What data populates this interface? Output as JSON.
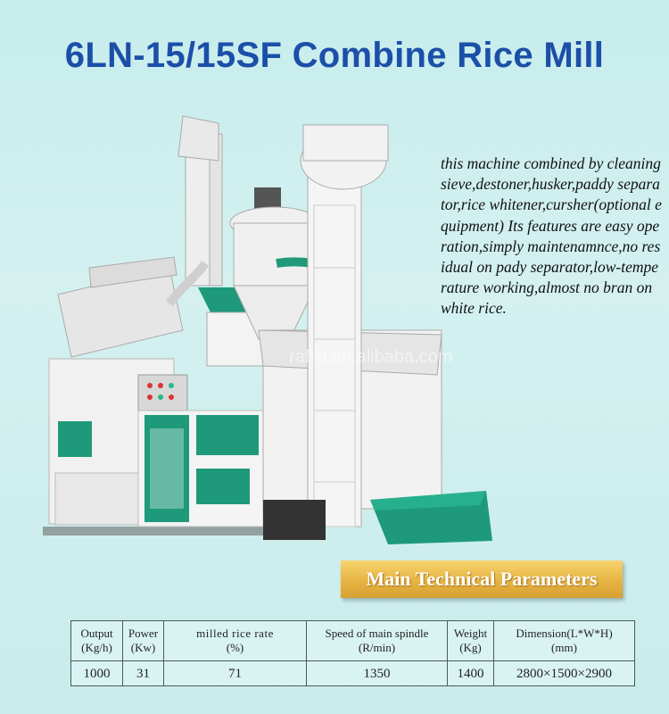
{
  "title": "6LN-15/15SF Combine Rice Mill",
  "description": "this machine combined by cleaning sieve,destoner,husker,paddy separator,rice whitener,cursher(optional equipment) Its features are easy operation,simply maintenamnce,no residual on pady separator,low-temperature working,almost no bran on white rice.",
  "watermark": "rafiki.en.alibaba.com",
  "params_heading": "Main Technical Parameters",
  "table": {
    "headers": [
      {
        "line1": "Output",
        "line2": "(Kg/h)"
      },
      {
        "line1": "Power",
        "line2": "(Kw)"
      },
      {
        "line1": "milled rice rate",
        "line2": "(%)"
      },
      {
        "line1": "Speed of main spindle",
        "line2": "(R/min)"
      },
      {
        "line1": "Weight",
        "line2": "(Kg)"
      },
      {
        "line1": "Dimension(L*W*H)",
        "line2": "(mm)"
      }
    ],
    "values": [
      "1000",
      "31",
      "71",
      "1350",
      "1400",
      "2800×1500×2900"
    ]
  },
  "colors": {
    "title": "#1b4fa8",
    "background": "#c7ecec",
    "machine_green": "#1e9a7a",
    "banner_gold": "#e6b443"
  }
}
